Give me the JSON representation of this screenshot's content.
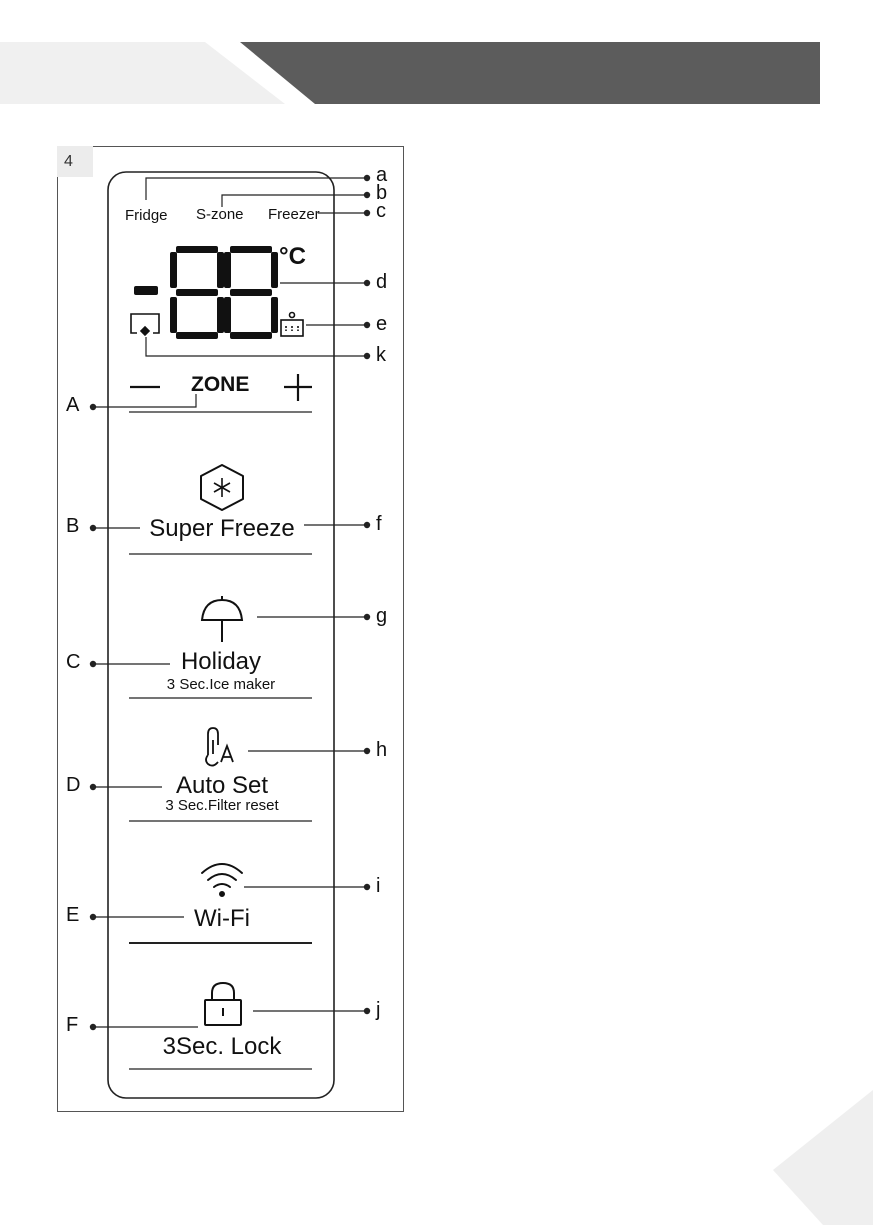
{
  "figure": {
    "number": "4"
  },
  "zones": {
    "fridge": "Fridge",
    "szone": "S-zone",
    "freezer": "Freezer"
  },
  "display": {
    "unit": "°C"
  },
  "zone_row": {
    "minus": "—",
    "label": "ZONE",
    "plus": "+"
  },
  "buttons": {
    "super_freeze": "Super Freeze",
    "holiday": "Holiday",
    "holiday_sub": "3 Sec.Ice maker",
    "auto_set": "Auto Set",
    "auto_set_sub": "3 Sec.Filter reset",
    "wifi": "Wi-Fi",
    "lock": "3Sec. Lock"
  },
  "callouts_right": {
    "a": "a",
    "b": "b",
    "c": "c",
    "d": "d",
    "e": "e",
    "k": "k",
    "f": "f",
    "g": "g",
    "h": "h",
    "i": "i",
    "j": "j"
  },
  "callouts_left": {
    "A": "A",
    "B": "B",
    "C": "C",
    "D": "D",
    "E": "E",
    "F": "F"
  },
  "colors": {
    "banner_dark": "#5c5c5c",
    "banner_light": "#f0f0f0",
    "line": "#222222"
  }
}
